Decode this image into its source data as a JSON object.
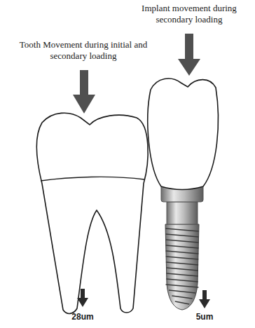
{
  "diagram": {
    "labels": [
      "Implant movement during secondary loading",
      "Tooth Movement during initial and secondary loading",
      "28um",
      "5um"
    ]
  }
}
